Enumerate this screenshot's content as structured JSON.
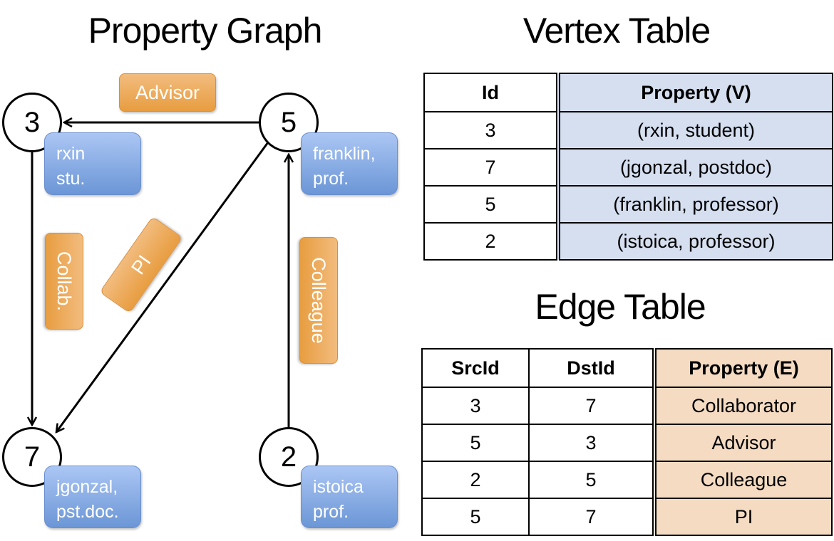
{
  "titles": {
    "graph": "Property Graph",
    "vertex_table": "Vertex Table",
    "edge_table": "Edge Table"
  },
  "graph": {
    "nodes": [
      {
        "id": "3",
        "label": "rxin\nstu."
      },
      {
        "id": "5",
        "label": "franklin,\nprof."
      },
      {
        "id": "7",
        "label": "jgonzal,\npst.doc."
      },
      {
        "id": "2",
        "label": "istoica\nprof."
      }
    ],
    "edges": [
      {
        "src": "5",
        "dst": "3",
        "label": "Advisor"
      },
      {
        "src": "3",
        "dst": "7",
        "label": "Collab."
      },
      {
        "src": "5",
        "dst": "7",
        "label": "PI"
      },
      {
        "src": "2",
        "dst": "5",
        "label": "Colleague"
      }
    ],
    "colors": {
      "vertex_property": "#8fb0e6",
      "edge_property": "#eca855"
    }
  },
  "vertex_table": {
    "headers": [
      "Id",
      "Property (V)"
    ],
    "rows": [
      [
        "3",
        "(rxin, student)"
      ],
      [
        "7",
        "(jgonzal, postdoc)"
      ],
      [
        "5",
        "(franklin, professor)"
      ],
      [
        "2",
        "(istoica, professor)"
      ]
    ],
    "color": "#d5dff0"
  },
  "edge_table": {
    "headers": [
      "SrcId",
      "DstId",
      "Property (E)"
    ],
    "rows": [
      [
        "3",
        "7",
        "Collaborator"
      ],
      [
        "5",
        "3",
        "Advisor"
      ],
      [
        "2",
        "5",
        "Colleague"
      ],
      [
        "5",
        "7",
        "PI"
      ]
    ],
    "color": "#f4dbc2"
  }
}
